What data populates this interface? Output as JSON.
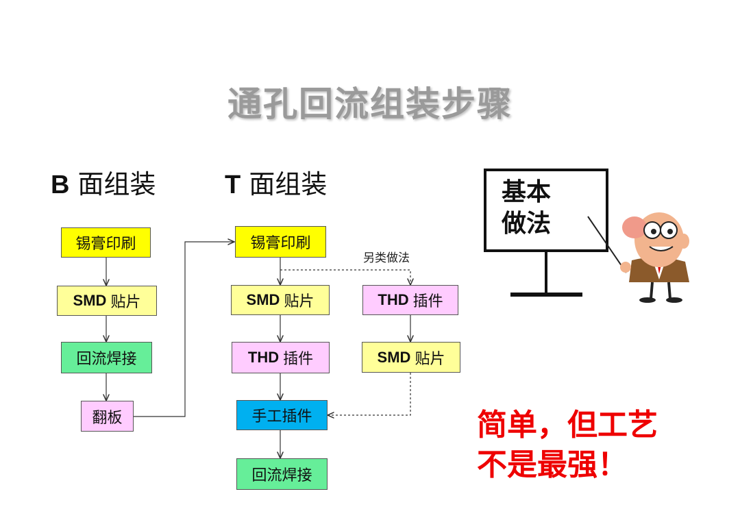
{
  "title": "通孔回流组装步骤",
  "left_heading": {
    "letter": "B",
    "text": "面组装"
  },
  "right_heading": {
    "letter": "T",
    "text": "面组装"
  },
  "b_flow": {
    "solder_paste": "锡膏印刷",
    "smd": {
      "bold": "SMD",
      "text": "贴片"
    },
    "reflow": "回流焊接",
    "flip": "翻板"
  },
  "t_flow": {
    "solder_paste": "锡膏印刷",
    "smd": {
      "bold": "SMD",
      "text": "贴片"
    },
    "thd": {
      "bold": "THD",
      "text": "插件"
    },
    "manual": "手工插件",
    "reflow": "回流焊接"
  },
  "alt_flow": {
    "label": "另类做法",
    "thd": {
      "bold": "THD",
      "text": "插件"
    },
    "smd": {
      "bold": "SMD",
      "text": "贴片"
    }
  },
  "board": {
    "line1": "基本",
    "line2": "做法"
  },
  "note": {
    "line1": "简单，但工艺",
    "line2": "不是最强！"
  },
  "colors": {
    "yellow": "#ffff00",
    "light_yellow": "#ffff99",
    "green": "#66ee99",
    "pink": "#ffccff",
    "blue": "#00b0f0",
    "note_red": "#ee0000",
    "title_gray": "#9a9a9a"
  },
  "icons": [
    "teacher-cartoon-icon",
    "whiteboard-icon",
    "pointer-stick-icon"
  ]
}
